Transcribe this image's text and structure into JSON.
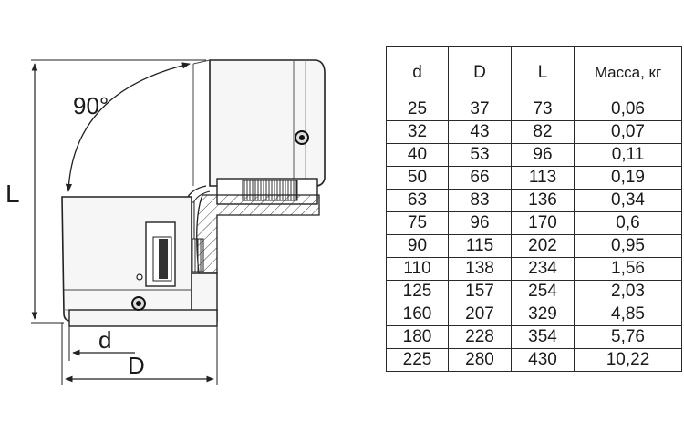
{
  "drawing": {
    "angle_label": "90°",
    "length_label": "L",
    "inner_diameter_label": "d",
    "outer_diameter_label": "D"
  },
  "table": {
    "headers": [
      "d",
      "D",
      "L",
      "Масса, кг"
    ],
    "rows": [
      [
        "25",
        "37",
        "73",
        "0,06"
      ],
      [
        "32",
        "43",
        "82",
        "0,07"
      ],
      [
        "40",
        "53",
        "96",
        "0,11"
      ],
      [
        "50",
        "66",
        "113",
        "0,19"
      ],
      [
        "63",
        "83",
        "136",
        "0,34"
      ],
      [
        "75",
        "96",
        "170",
        "0,6"
      ],
      [
        "90",
        "115",
        "202",
        "0,95"
      ],
      [
        "110",
        "138",
        "234",
        "1,56"
      ],
      [
        "125",
        "157",
        "254",
        "2,03"
      ],
      [
        "160",
        "207",
        "329",
        "4,85"
      ],
      [
        "180",
        "228",
        "354",
        "5,76"
      ],
      [
        "225",
        "280",
        "430",
        "10,22"
      ]
    ]
  }
}
